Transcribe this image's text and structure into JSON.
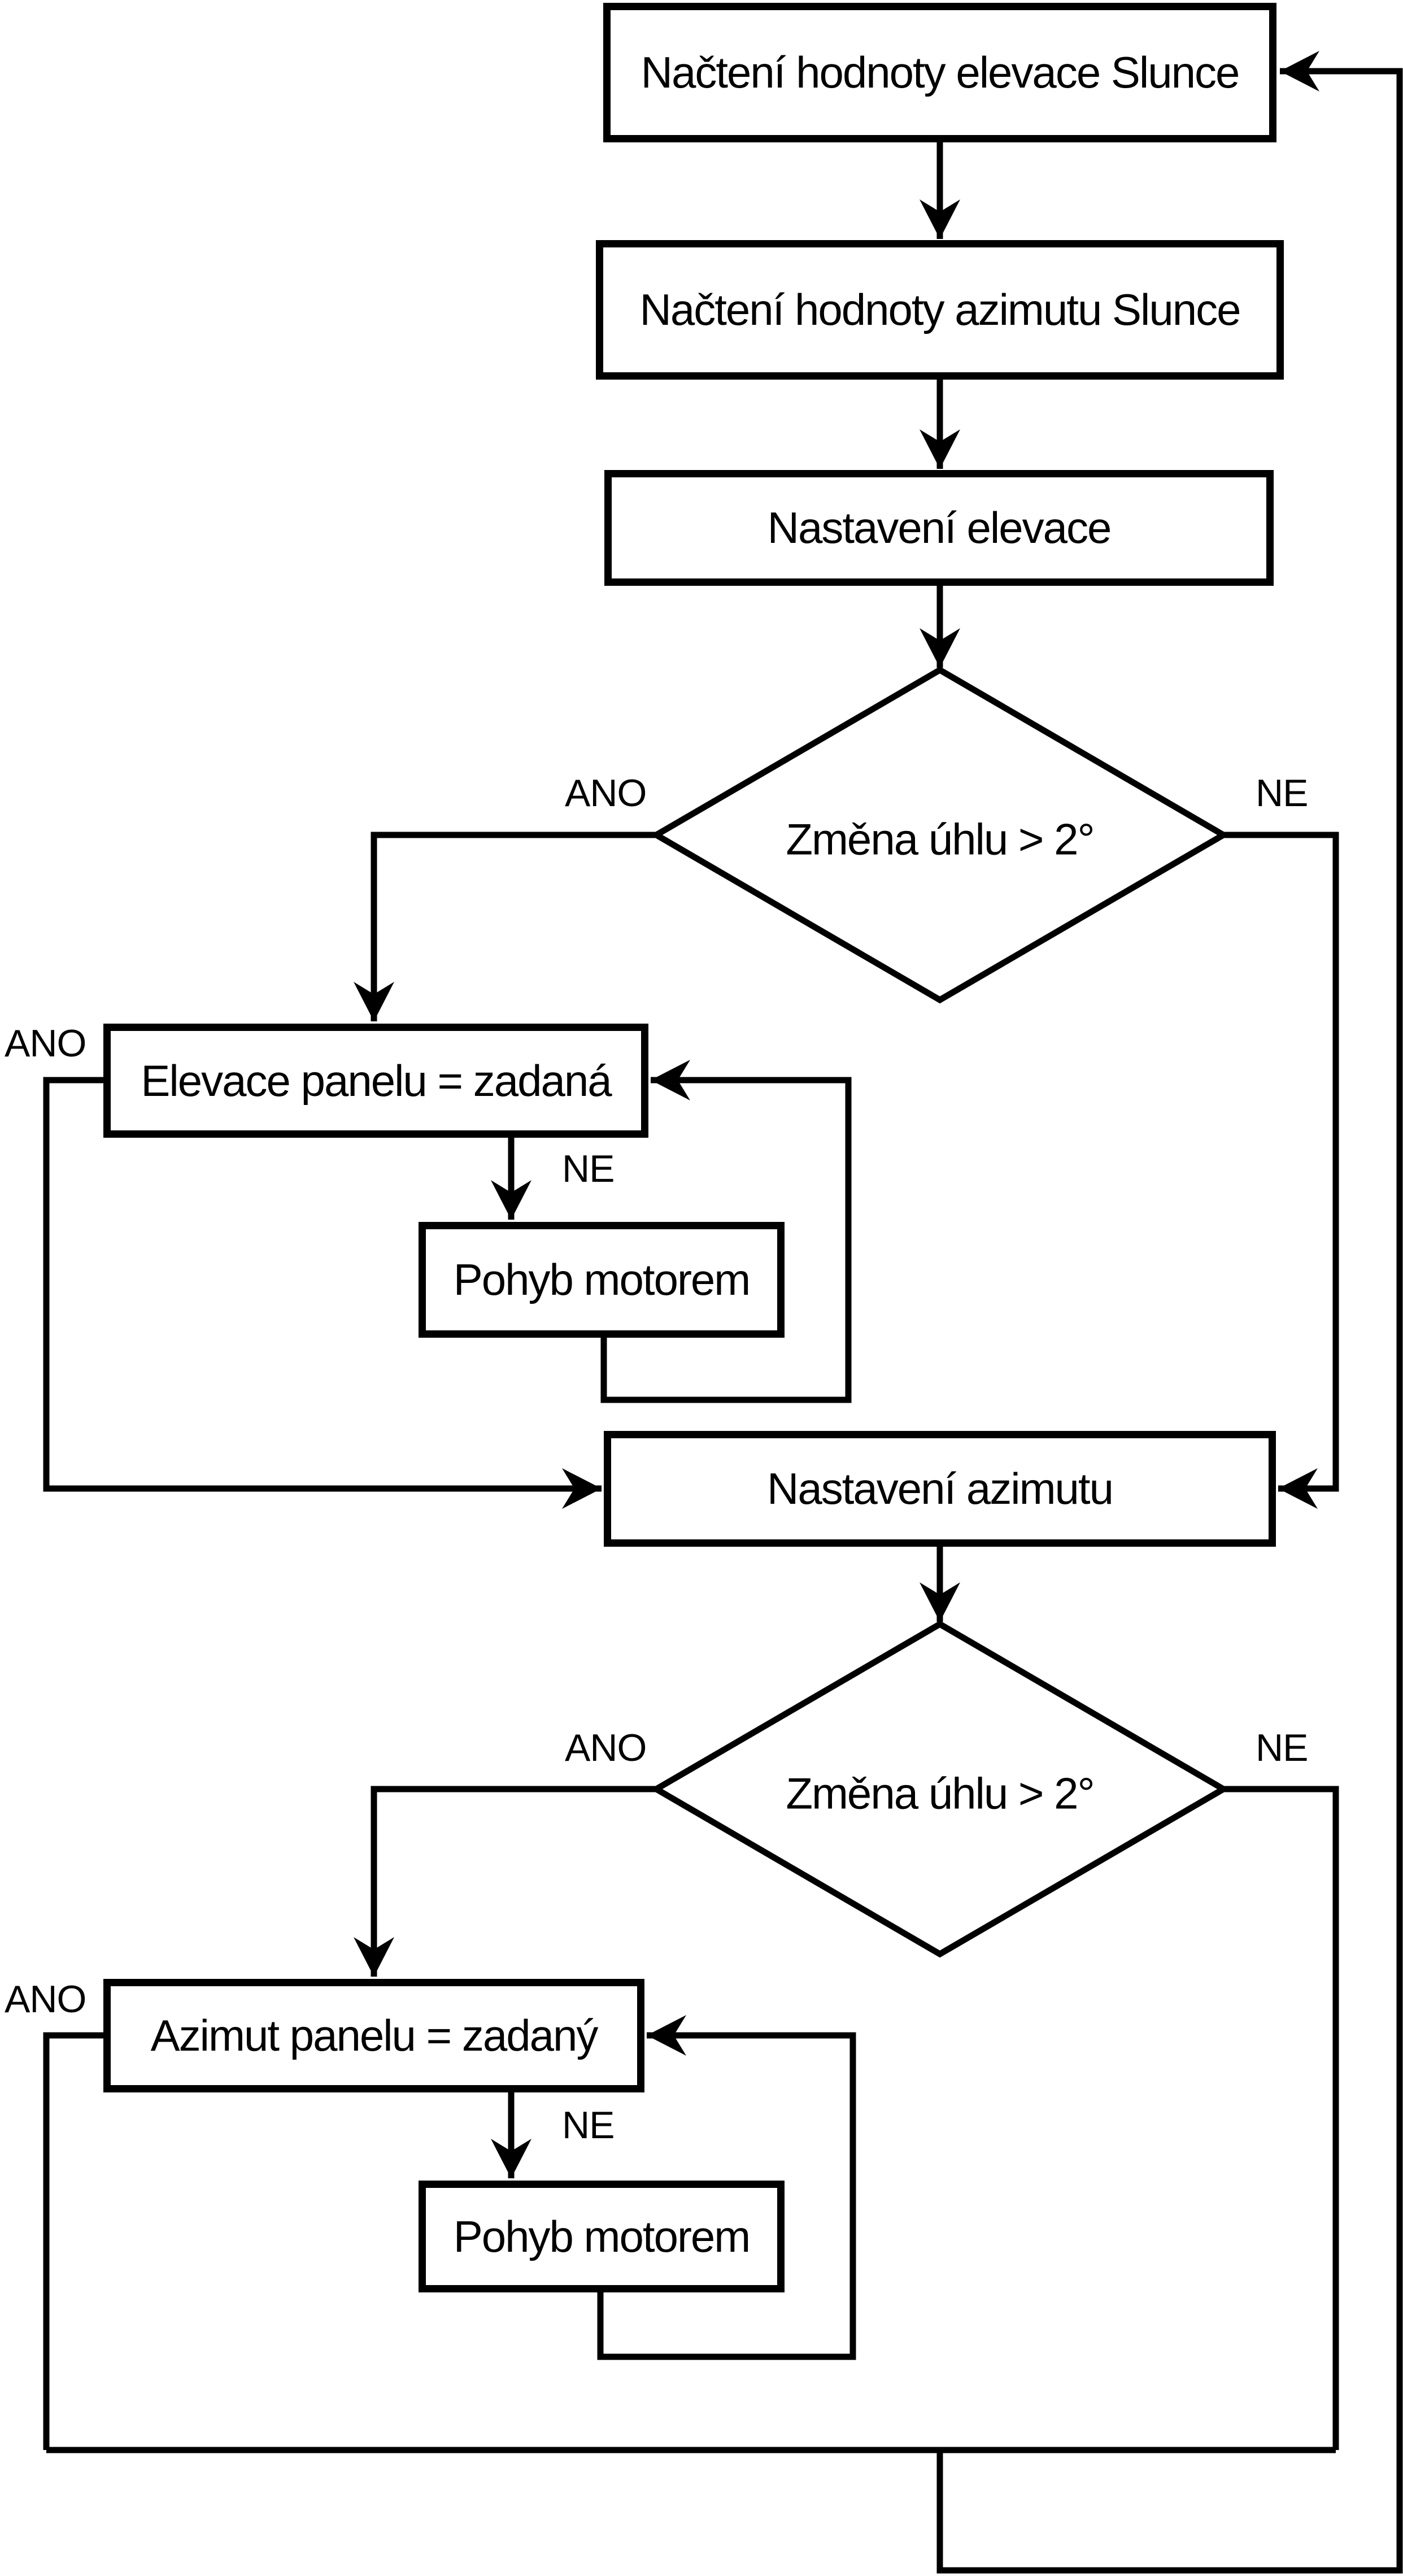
{
  "diagram": {
    "type": "flowchart",
    "line_color": "#000000",
    "background": "#ffffff",
    "nodes": {
      "read_elevation": "Načtení hodnoty elevace Slunce",
      "read_azimuth": "Načtení hodnoty azimutu Slunce",
      "set_elevation": "Nastavení elevace",
      "decision_elevation": "Změna úhlu > 2°",
      "elevation_equal": "Elevace panelu = zadaná",
      "motor_move_elevation": "Pohyb motorem",
      "set_azimuth": "Nastavení azimutu",
      "decision_azimuth": "Změna úhlu > 2°",
      "azimuth_equal": "Azimut panelu = zadaný",
      "motor_move_azimuth": "Pohyb motorem"
    },
    "branch_labels": {
      "d1_ano": "ANO",
      "d1_ne": "NE",
      "elev_ano": "ANO",
      "elev_ne": "NE",
      "d2_ano": "ANO",
      "d2_ne": "NE",
      "azim_ano": "ANO",
      "azim_ne": "NE"
    }
  }
}
